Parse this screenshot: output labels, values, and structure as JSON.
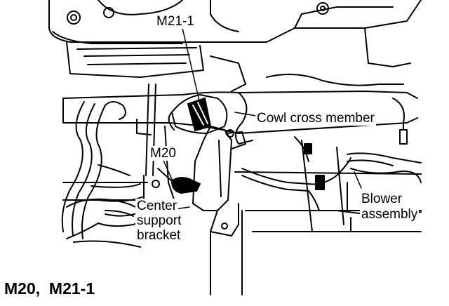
{
  "labels": {
    "m21_1": "M21-1",
    "m20": "M20",
    "cowl_cross_member": "Cowl cross member",
    "center_support_bracket": [
      "Center",
      "support",
      "bracket"
    ],
    "blower_assembly": [
      "Blower",
      "assembly"
    ]
  },
  "caption": "M20,  M21-1",
  "colors": {
    "ink": "#000000",
    "paper": "#ffffff"
  }
}
